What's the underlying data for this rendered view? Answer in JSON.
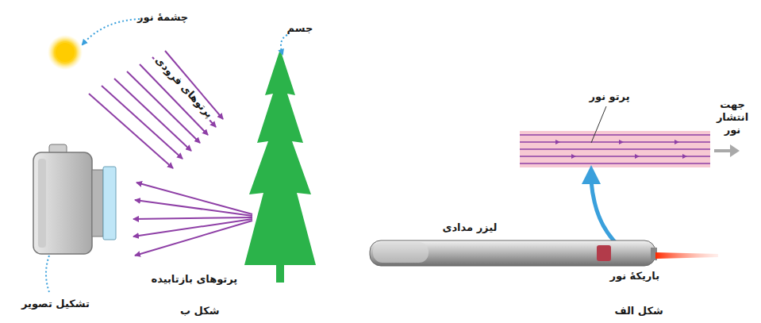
{
  "diagram": {
    "labels": [
      "چشمهٔ نور",
      "پرتوهای فرودی",
      "جسم",
      "پرتوهای بازتابیده",
      "تشکیل تصویر",
      "شکل ب",
      "پرتو نور",
      "جهت انتشار نور",
      "لیزر مدادی",
      "باریکهٔ نور",
      "شکل الف"
    ]
  }
}
